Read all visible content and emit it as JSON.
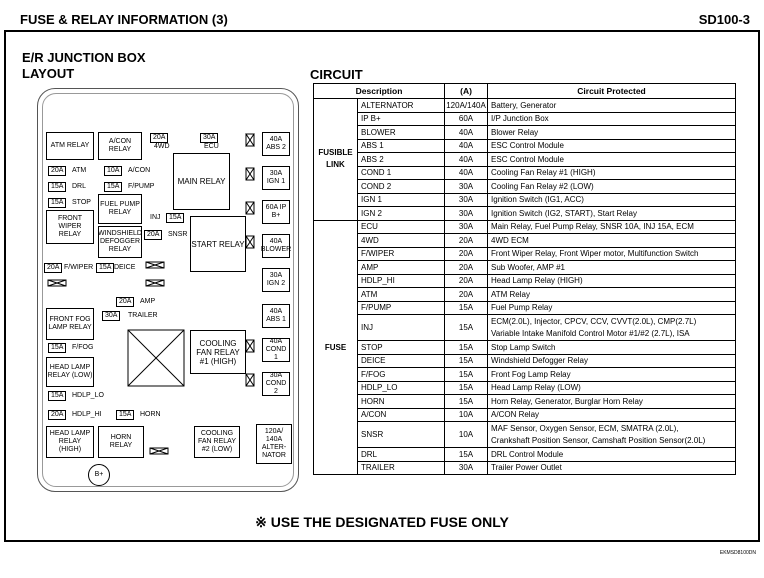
{
  "header": {
    "title": "FUSE & RELAY INFORMATION (3)",
    "code": "SD100-3"
  },
  "section": {
    "title": "E/R JUNCTION BOX",
    "layout_label": "LAYOUT",
    "circuit_label": "CIRCUIT"
  },
  "layout": {
    "atm_relay": "ATM RELAY",
    "acon_relay": "A/CON RELAY",
    "f20a_4wd": "20A",
    "lbl_4wd": "4WD",
    "f30a_ecu": "30A",
    "lbl_ecu": "ECU",
    "abs2": "40A ABS 2",
    "main_relay": "MAIN RELAY",
    "ign1": "30A IGN 1",
    "f20a_atm": "20A",
    "lbl_atm": "ATM",
    "f10a_acon": "10A",
    "lbl_acon": "A/CON",
    "f15a_drl": "15A",
    "lbl_drl": "DRL",
    "f15a_fpump": "15A",
    "lbl_fpump": "F/PUMP",
    "ipb": "60A IP B+",
    "f15a_stop": "15A",
    "lbl_stop": "STOP",
    "fuel_pump_relay": "FUEL PUMP RELAY",
    "front_wiper_relay": "FRONT WIPER RELAY",
    "lbl_inj": "INJ",
    "f15a_inj": "15A",
    "start_relay": "START RELAY",
    "blower": "40A BLOWER",
    "windshield_relay": "WINDSHIELD DEFOGGER RELAY",
    "f20a_snsr": "20A",
    "lbl_snsr": "SNSR",
    "f20a_fwiper": "20A",
    "lbl_fwiper": "F/WIPER",
    "f15a_deice": "15A",
    "lbl_deice": "DEICE",
    "ign2": "30A IGN 2",
    "f20a_amp": "20A",
    "lbl_amp": "AMP",
    "front_fog_relay": "FRONT FOG LAMP RELAY",
    "f30a_trailer": "30A",
    "lbl_trailer": "TRAILER",
    "abs1": "40A ABS 1",
    "f15a_ffog": "15A",
    "lbl_ffog": "F/FOG",
    "cooling1": "COOLING FAN RELAY #1 (HIGH)",
    "cond1": "40A COND 1",
    "head_low_relay": "HEAD LAMP RELAY (LOW)",
    "cond2": "30A COND 2",
    "f15a_hdlplo": "15A",
    "lbl_hdlplo": "HDLP_LO",
    "f20a_hdlphi": "20A",
    "lbl_hdlphi": "HDLP_HI",
    "f15a_horn": "15A",
    "lbl_horn": "HORN",
    "head_high_relay": "HEAD LAMP RELAY (HIGH)",
    "horn_relay": "HORN RELAY",
    "cooling2": "COOLING FAN RELAY #2 (LOW)",
    "alternator": "120A/ 140A ALTER- NATOR",
    "bplus": "B+"
  },
  "table": {
    "headers": [
      "Description",
      "(A)",
      "Circuit Protected"
    ],
    "fusible_label_1": "FUSIBLE",
    "fusible_label_2": "LINK",
    "fuse_label": "FUSE",
    "fusible_rows": [
      {
        "desc": "ALTERNATOR",
        "amp": "120A/140A",
        "circuit": "Battery, Generator"
      },
      {
        "desc": "IP B+",
        "amp": "60A",
        "circuit": "I/P Junction Box"
      },
      {
        "desc": "BLOWER",
        "amp": "40A",
        "circuit": "Blower Relay"
      },
      {
        "desc": "ABS 1",
        "amp": "40A",
        "circuit": "ESC Control Module"
      },
      {
        "desc": "ABS 2",
        "amp": "40A",
        "circuit": "ESC Control Module"
      },
      {
        "desc": "COND 1",
        "amp": "40A",
        "circuit": "Cooling Fan Relay #1 (HIGH)"
      },
      {
        "desc": "COND 2",
        "amp": "30A",
        "circuit": "Cooling Fan Relay #2 (LOW)"
      },
      {
        "desc": "IGN 1",
        "amp": "30A",
        "circuit": "Ignition Switch (IG1, ACC)"
      },
      {
        "desc": "IGN 2",
        "amp": "30A",
        "circuit": "Ignition Switch (IG2, START), Start Relay"
      }
    ],
    "fuse_rows": [
      {
        "desc": "ECU",
        "amp": "30A",
        "circuit": "Main Relay, Fuel Pump Relay, SNSR 10A, INJ 15A, ECM"
      },
      {
        "desc": "4WD",
        "amp": "20A",
        "circuit": "4WD ECM"
      },
      {
        "desc": "F/WIPER",
        "amp": "20A",
        "circuit": "Front Wiper Relay, Front Wiper motor, Multifunction Switch"
      },
      {
        "desc": "AMP",
        "amp": "20A",
        "circuit": "Sub Woofer, AMP #1"
      },
      {
        "desc": "HDLP_HI",
        "amp": "20A",
        "circuit": " Head Lamp Relay (HIGH)"
      },
      {
        "desc": "ATM",
        "amp": "20A",
        "circuit": "ATM Relay"
      },
      {
        "desc": "F/PUMP",
        "amp": "15A",
        "circuit": "Fuel Pump Relay"
      },
      {
        "desc": "INJ",
        "amp": "15A",
        "circuit": "ECM(2.0L), Injector, CPCV, CCV, CVVT(2.0L), CMP(2.7L)",
        "circuit2": "Variable Intake Manifold Control Motor #1/#2 (2.7L), ISA"
      },
      {
        "desc": "STOP",
        "amp": "15A",
        "circuit": "Stop Lamp Switch"
      },
      {
        "desc": "DEICE",
        "amp": "15A",
        "circuit": "Windshield Defogger Relay"
      },
      {
        "desc": "F/FOG",
        "amp": "15A",
        "circuit": "Front Fog Lamp Relay"
      },
      {
        "desc": "HDLP_LO",
        "amp": "15A",
        "circuit": "Head Lamp Relay (LOW)"
      },
      {
        "desc": "HORN",
        "amp": "15A",
        "circuit": "Horn Relay, Generator, Burglar Horn Relay"
      },
      {
        "desc": "A/CON",
        "amp": "10A",
        "circuit": "A/CON Relay"
      },
      {
        "desc": "SNSR",
        "amp": "10A",
        "circuit": "MAF Sensor, Oxygen Sensor, ECM, SMATRA (2.0L),",
        "circuit2": "Crankshaft Position Sensor, Camshaft Position Sensor(2.0L)"
      },
      {
        "desc": "DRL",
        "amp": "15A",
        "circuit": "DRL Control Module"
      },
      {
        "desc": "TRAILER",
        "amp": "30A",
        "circuit": "Trailer Power Outlet"
      }
    ]
  },
  "footer": {
    "note": "※ USE THE DESIGNATED FUSE ONLY",
    "code": "EKMSD8100DN"
  }
}
